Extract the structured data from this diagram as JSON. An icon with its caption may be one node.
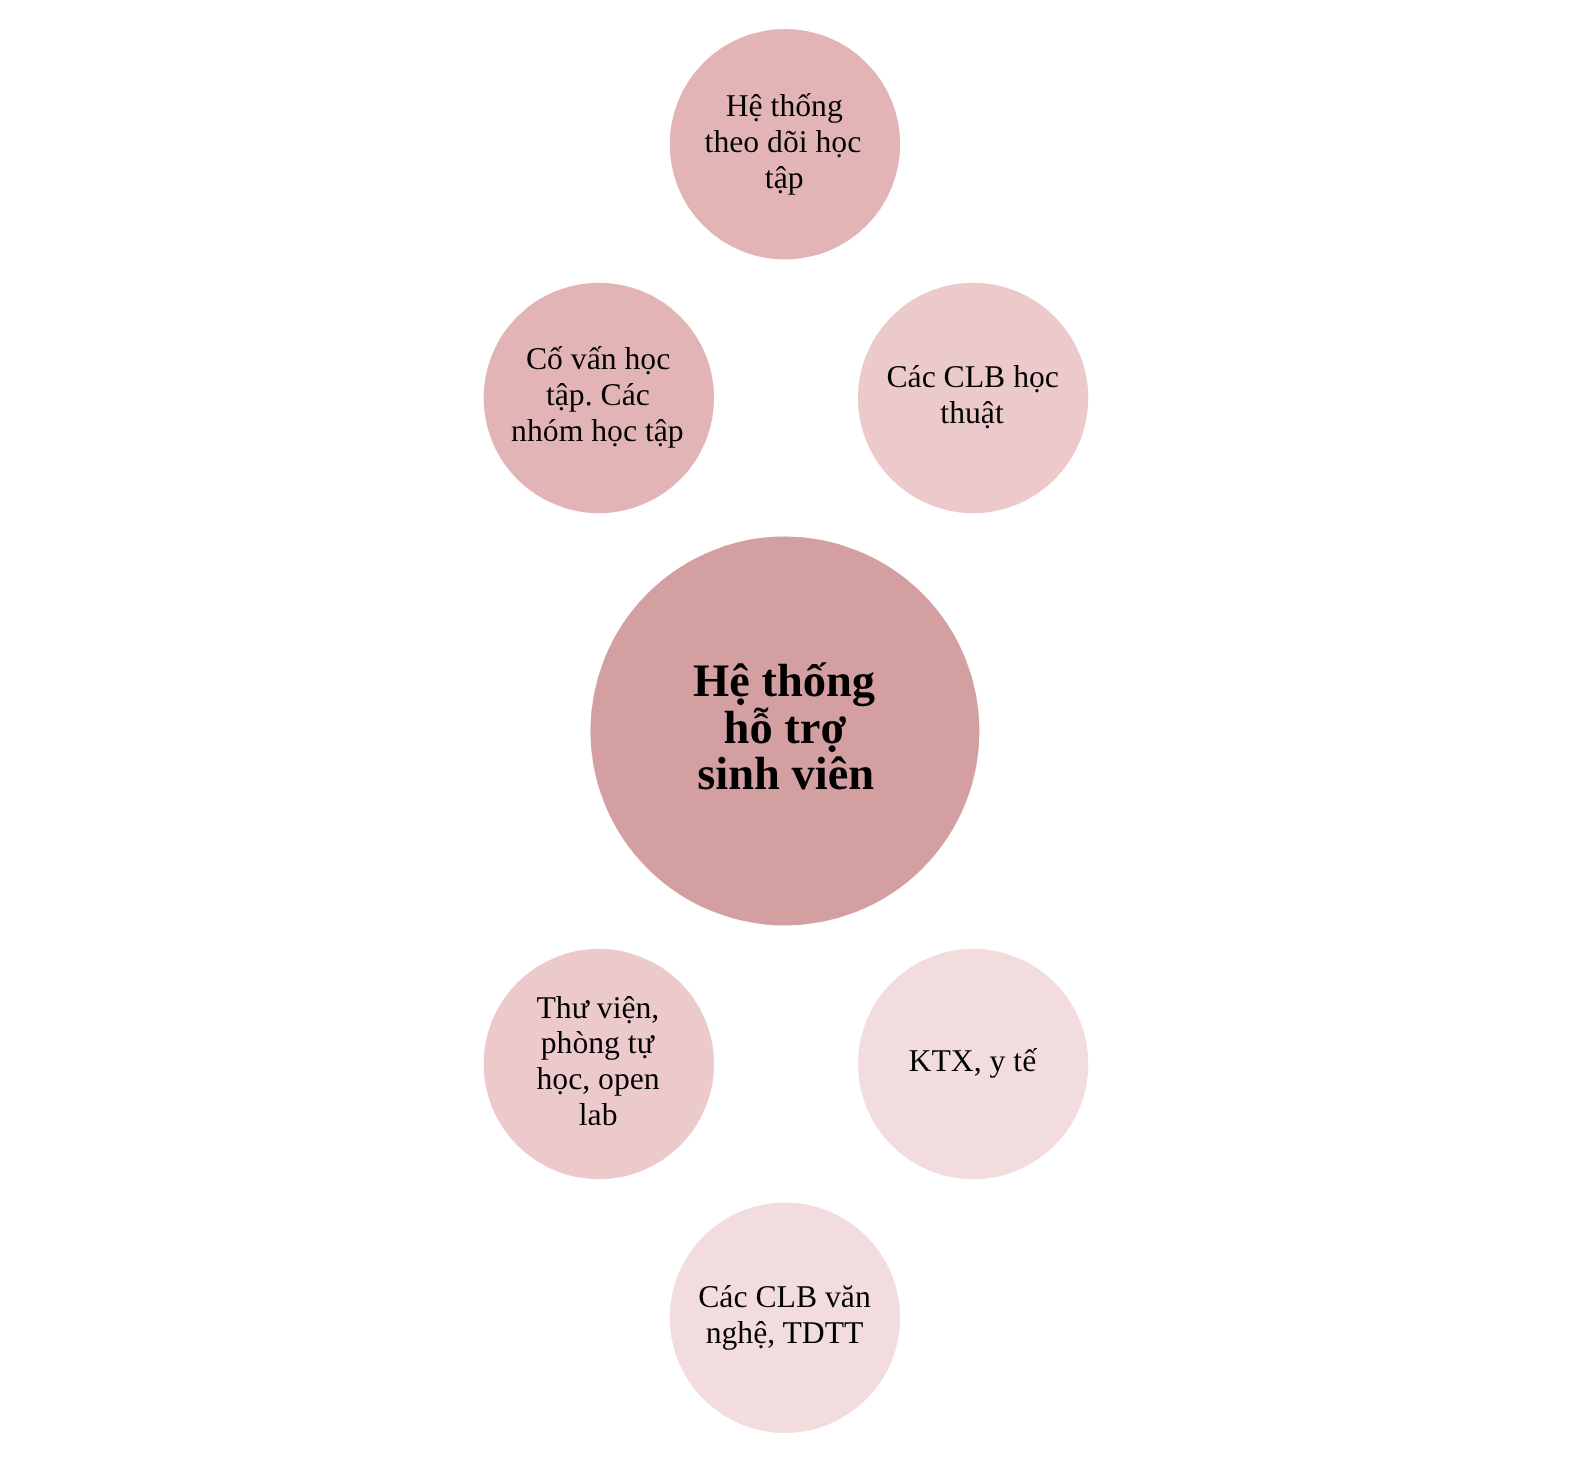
{
  "diagram": {
    "nodes": [
      {
        "text": [
          "Hệ thống hỗ trợ sinh viên"
        ]
      },
      {
        "text": [
          "Hệ thống theo dõi học tập"
        ]
      },
      {
        "text": [
          "Các CLB học thuật"
        ]
      },
      {
        "text": [
          "KTX, y tế"
        ]
      },
      {
        "text": [
          "Các CLB văn nghệ, TDTT"
        ]
      },
      {
        "text": [
          "Thư viện, phòng tự học, open lab"
        ]
      },
      {
        "text": [
          "Cố vấn học tập. Các nhóm học tập"
        ]
      }
    ],
    "edges": []
  }
}
